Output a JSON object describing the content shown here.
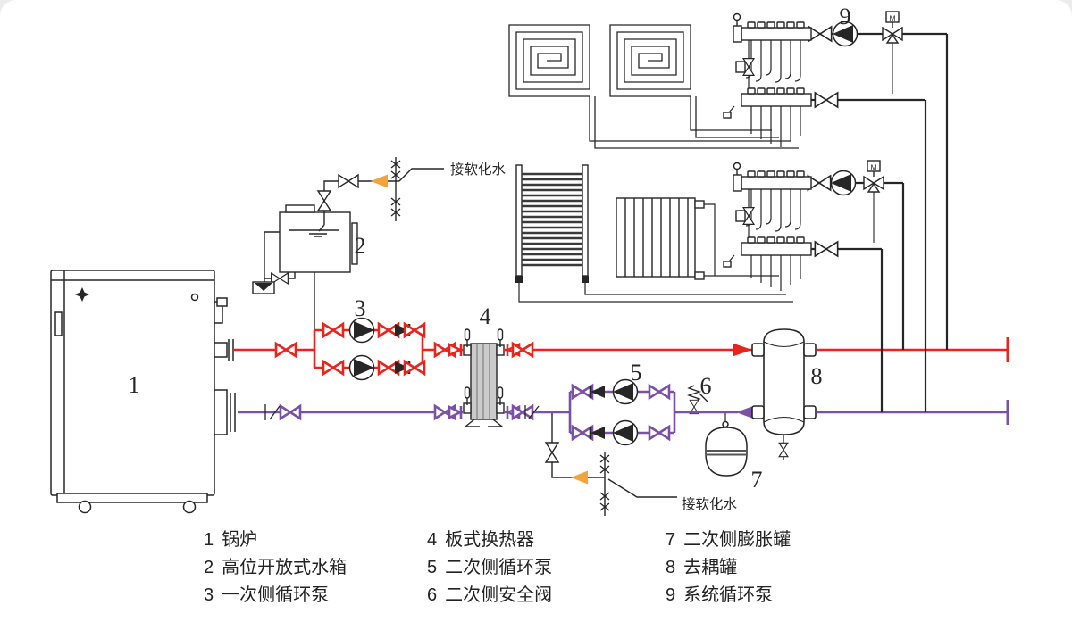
{
  "diagram": {
    "component_labels": {
      "boiler": "1",
      "open_tank": "2",
      "primary_pumps": "3",
      "heat_exchanger": "4",
      "secondary_pumps": "5",
      "safety_valve": "6",
      "expansion_tank": "7",
      "decoupling_tank": "8",
      "system_pump": "9"
    },
    "annotations": {
      "softened_water_top": "接软化水",
      "softened_water_bottom": "接软化水"
    },
    "actuator_label": "M"
  },
  "legend": {
    "items": [
      {
        "num": "1",
        "label": "锅炉"
      },
      {
        "num": "2",
        "label": "高位开放式水箱"
      },
      {
        "num": "3",
        "label": "一次侧循环泵"
      },
      {
        "num": "4",
        "label": "板式换热器"
      },
      {
        "num": "5",
        "label": "二次侧循环泵"
      },
      {
        "num": "6",
        "label": "二次侧安全阀"
      },
      {
        "num": "7",
        "label": "二次侧膨胀罐"
      },
      {
        "num": "8",
        "label": "去耦罐"
      },
      {
        "num": "9",
        "label": "系统循环泵"
      }
    ]
  },
  "colors": {
    "supply": "#e8251d",
    "return": "#7a51a4",
    "fill_marker": "#f2a43a",
    "line": "#262626",
    "corner": "#ececec"
  }
}
